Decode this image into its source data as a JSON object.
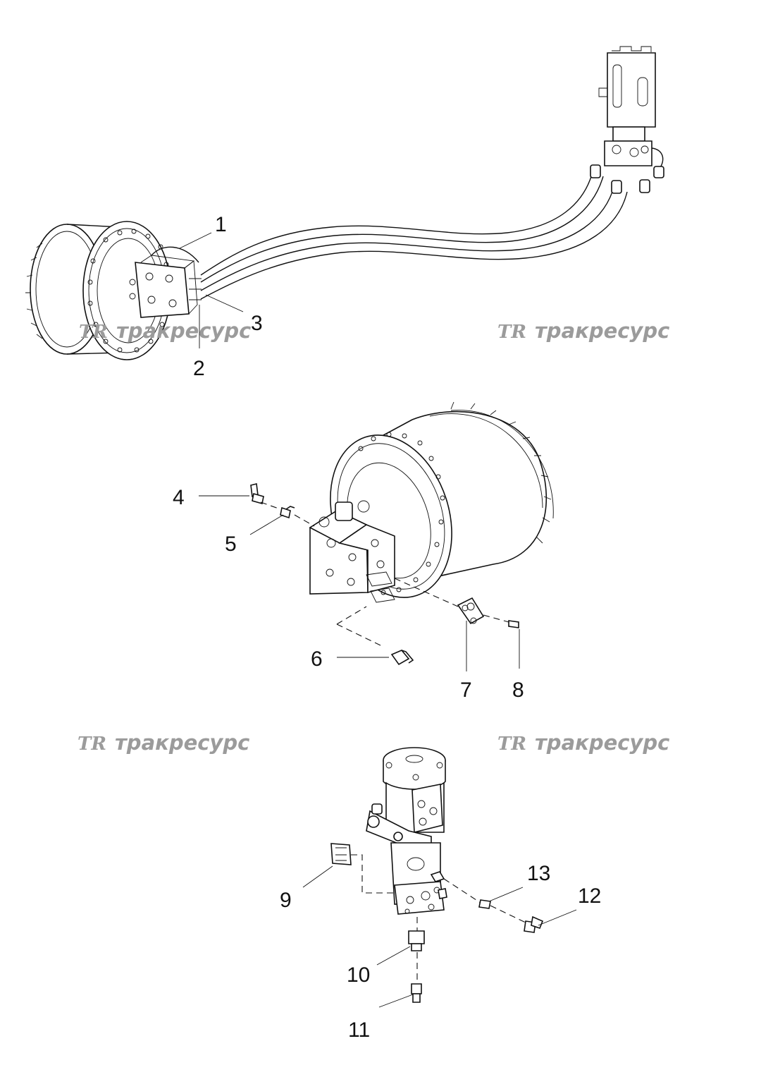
{
  "watermarks": [
    {
      "logo": "TR",
      "text": "тракресурс"
    },
    {
      "logo": "TR",
      "text": "тракресурс"
    },
    {
      "logo": "TR",
      "text": "тракресурс"
    },
    {
      "logo": "TR",
      "text": "тракресурс"
    }
  ],
  "callouts": [
    "1",
    "2",
    "3",
    "4",
    "5",
    "6",
    "7",
    "8",
    "9",
    "10",
    "11",
    "12",
    "13"
  ],
  "colors": {
    "line": "#111111",
    "watermark": "#9b9b9b",
    "background": "#ffffff"
  }
}
